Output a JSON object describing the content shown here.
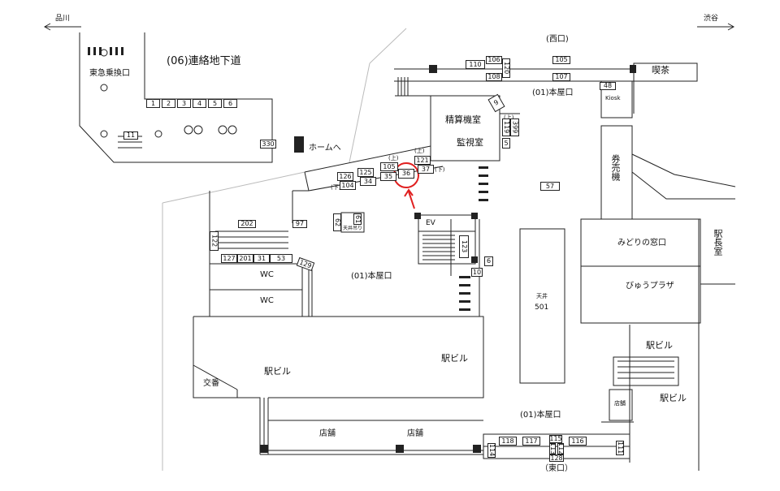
{
  "directions": {
    "left": "品川",
    "right": "渋谷"
  },
  "areas": {
    "connecting_passage": "(06)連絡地下道",
    "tokyu_transfer": "東急乗換口",
    "to_platform": "ホームへ",
    "west_exit": "(西口)",
    "main_exit_1": "(01)本屋口",
    "main_exit_2": "(01)本屋口",
    "main_exit_3": "(01)本屋口",
    "east_exit": "（東口）",
    "coffee": "喫茶",
    "kiosk": "Kiosk",
    "fare_adjustment": "精算機室",
    "monitoring": "監視室",
    "ticket_machines": "券売機",
    "midori": "みどりの窓口",
    "view_plaza": "びゅうプラザ",
    "station_master": "駅長室",
    "wc1": "WC",
    "wc2": "WC",
    "station_bldg_1": "駅ビル",
    "station_bldg_2": "駅ビル",
    "station_bldg_3": "駅ビル",
    "station_bldg_4": "駅ビル",
    "police_box": "交番",
    "shop_1": "店舗",
    "shop_2": "店舗",
    "shop_3": "店舗",
    "ev": "EV",
    "ceiling": "天井",
    "ceiling_num": "501",
    "ceiling_small": "天井吊り"
  },
  "markers": {
    "up": "(上)",
    "down": "(下)"
  },
  "panels": {
    "row_top_left": [
      "1",
      "2",
      "3",
      "4",
      "5",
      "6"
    ],
    "p330": "330",
    "p11": "11",
    "p110": "110",
    "p106": "106",
    "p108": "108",
    "p120": "120",
    "p105": "105",
    "p107": "107",
    "p48": "48",
    "p9": "9",
    "p119": "119",
    "p399": "399",
    "p5": "5",
    "p121": "121",
    "p37": "37",
    "p105b": "105",
    "p36": "36",
    "p35": "35",
    "p125": "125",
    "p34": "34",
    "p126": "126",
    "p104": "104",
    "p57": "57",
    "p202": "202",
    "p97": "97",
    "p122": "122",
    "p127": "127",
    "p201": "201",
    "p31": "31",
    "p53": "53",
    "p129": "129",
    "p62": "62",
    "p61": "61",
    "p123": "123",
    "p10": "10",
    "p6": "6",
    "p118": "118",
    "p117": "117",
    "p115": "115",
    "p116": "116",
    "p114": "114",
    "p113": "113",
    "p112": "112",
    "p128": "128",
    "p111": "111"
  },
  "colors": {
    "line": "#222222",
    "highlight": "#e02020"
  }
}
